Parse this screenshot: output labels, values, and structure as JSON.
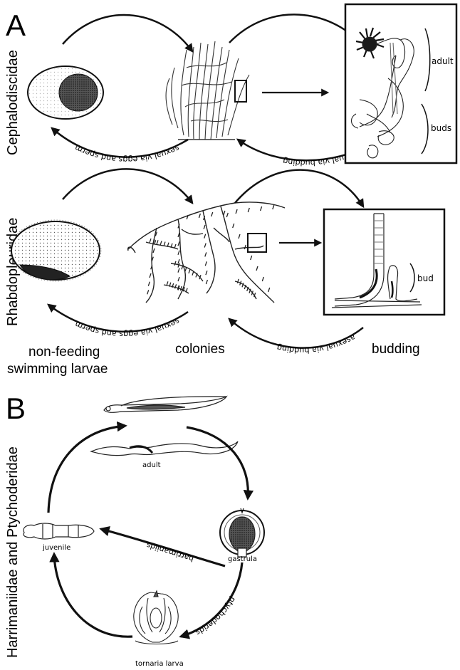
{
  "panel_a": {
    "letter": "A",
    "row1": {
      "group_label": "Cephalodiscidae",
      "sexual_label": "sexual via eggs and sperm",
      "asexual_label": "asexual via budding",
      "inset_labels": {
        "adult": "adult",
        "buds": "buds"
      }
    },
    "row2": {
      "group_label": "Rhabdopleuridae",
      "sexual_label": "sexual via eggs and sperm",
      "asexual_label": "asexual via budding",
      "inset_labels": {
        "bud": "bud"
      }
    },
    "captions": {
      "larvae_line1": "non-feeding",
      "larvae_line2": "swimming larvae",
      "colonies": "colonies",
      "budding": "budding"
    }
  },
  "panel_b": {
    "letter": "B",
    "group_label": "Harrimaniidae and Ptychoderidae",
    "stages": {
      "adult": "adult",
      "gastrula": "gastrula",
      "juvenile": "juvenile",
      "tornaria": "tornaria larva"
    },
    "paths": {
      "harrimaniids": "harrimaniids",
      "ptychoderids": "ptychoderids"
    }
  }
}
